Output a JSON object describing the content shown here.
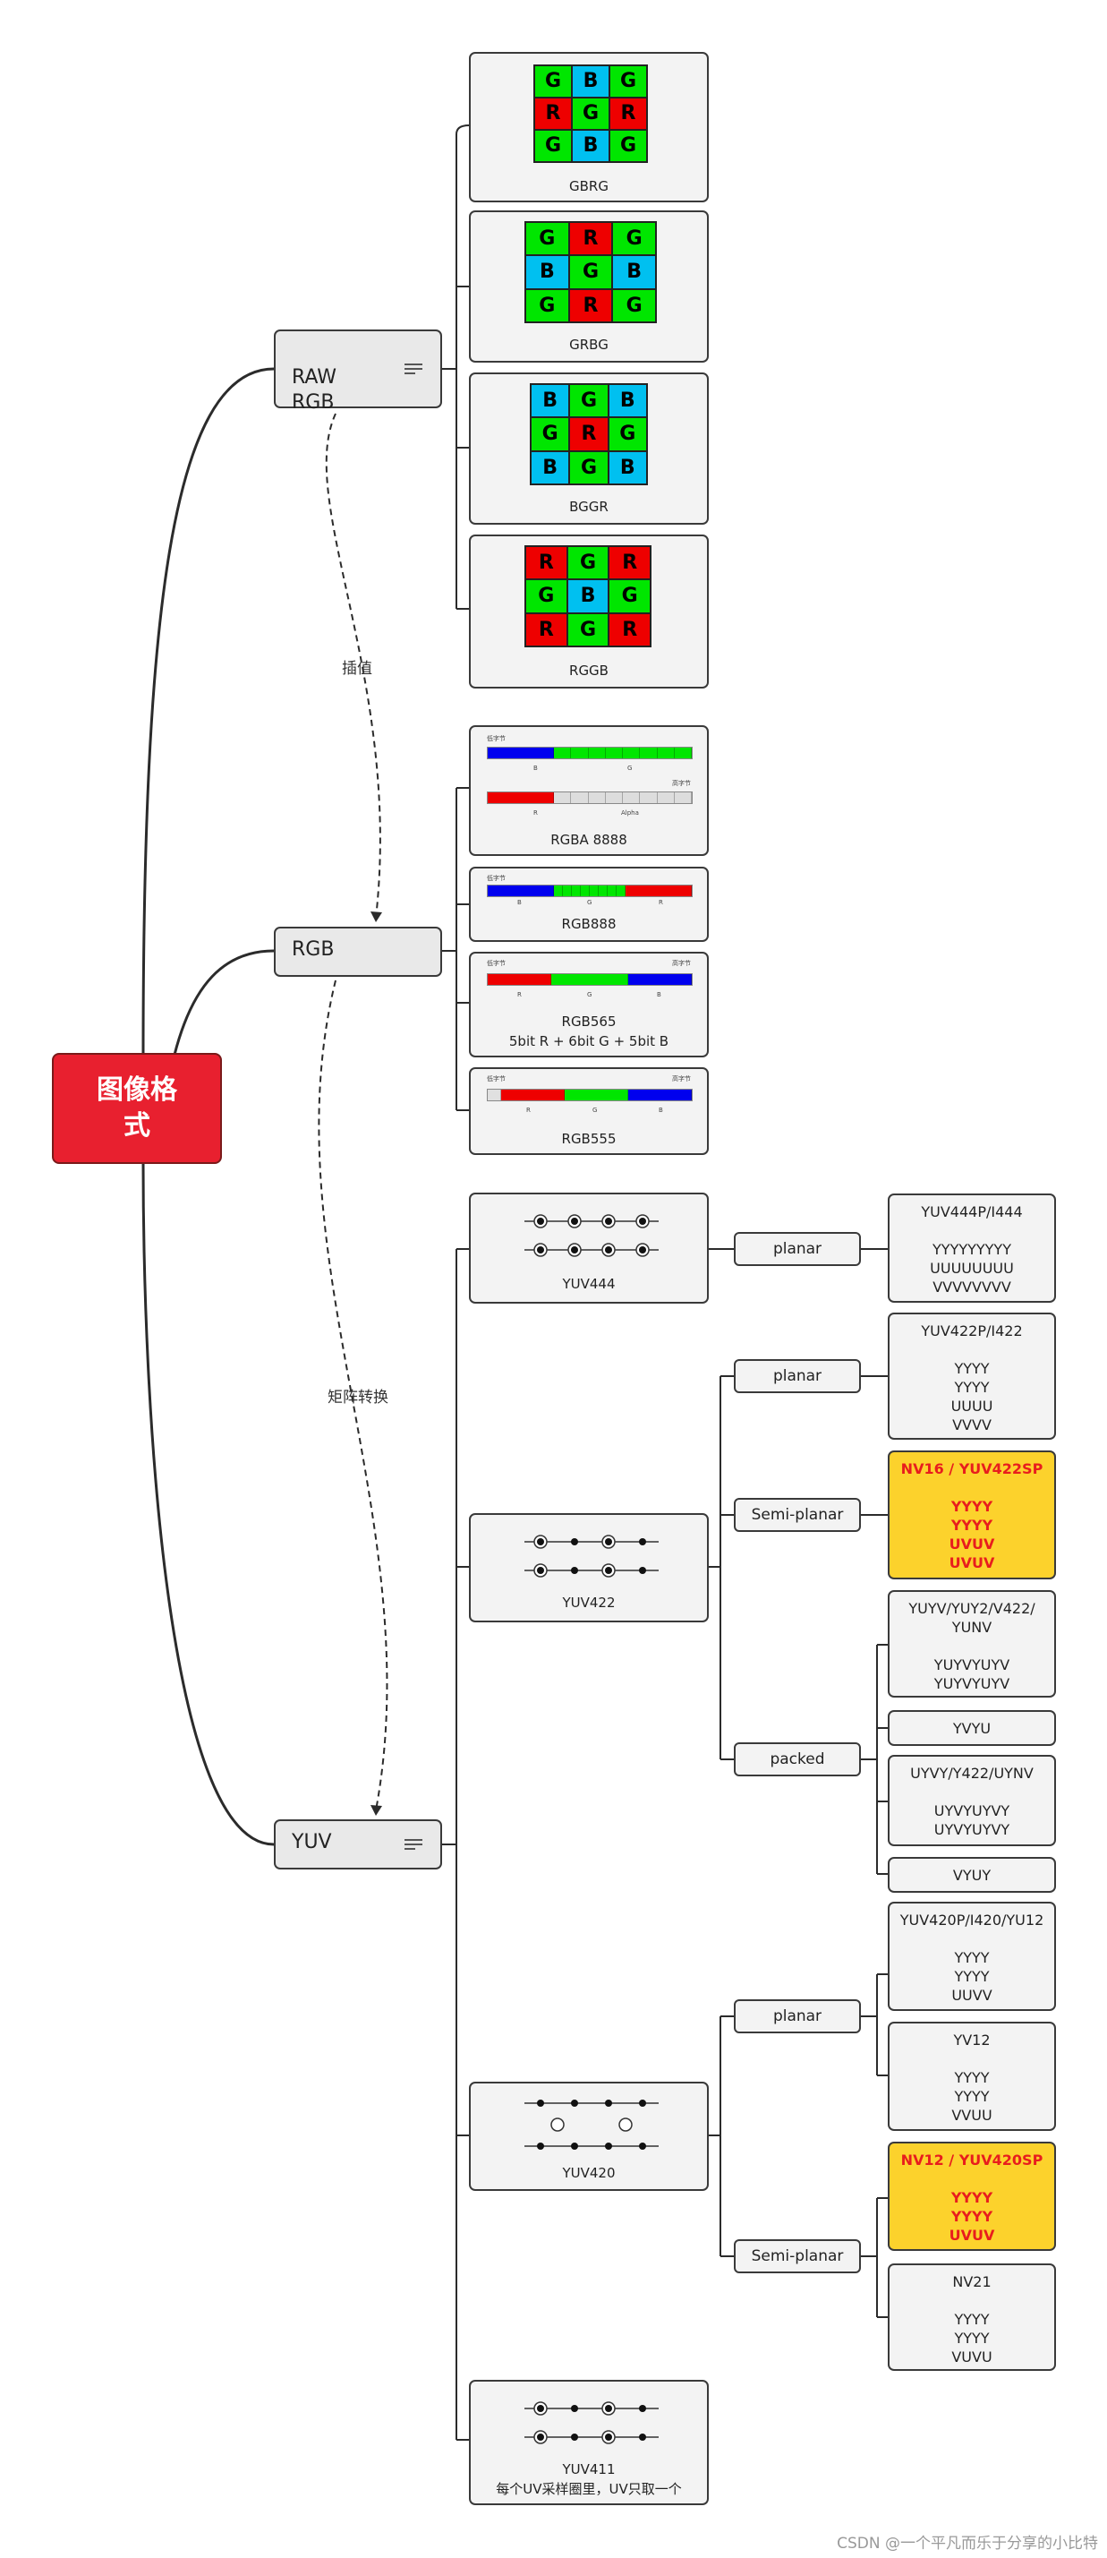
{
  "root": "图像格式",
  "nodes": {
    "raw": "RAW\nRGB",
    "rgb": "RGB",
    "yuv": "YUV"
  },
  "edge_labels": {
    "interp": "插值",
    "matrix": "矩阵转换"
  },
  "colors": {
    "red": "#ee0000",
    "green": "#00e600",
    "blue": "#00c0f0",
    "bar_blue": "#0000ee",
    "root": "#e8202f",
    "highlight": "#fcd22c"
  },
  "bayer": [
    {
      "caption": "GBRG",
      "cells": [
        "G",
        "B",
        "G",
        "R",
        "G",
        "R",
        "G",
        "B",
        "G"
      ]
    },
    {
      "caption": "GRBG",
      "cells": [
        "G",
        "R",
        "G",
        "B",
        "G",
        "B",
        "G",
        "R",
        "G"
      ]
    },
    {
      "caption": "BGGR",
      "cells": [
        "B",
        "G",
        "B",
        "G",
        "R",
        "G",
        "B",
        "G",
        "B"
      ]
    },
    {
      "caption": "RGGB",
      "cells": [
        "R",
        "G",
        "R",
        "G",
        "B",
        "G",
        "R",
        "G",
        "R"
      ]
    }
  ],
  "rgb_formats": [
    {
      "caption": "RGBA 8888",
      "tiny": [
        "低字节",
        "B",
        "G",
        "高字节",
        "R",
        "Alpha"
      ]
    },
    {
      "caption": "RGB888",
      "tiny": [
        "低字节",
        "B",
        "G",
        "R"
      ]
    },
    {
      "caption": "RGB565",
      "caption2": "5bit R + 6bit G + 5bit B",
      "tiny": [
        "低字节",
        "高字节",
        "R",
        "G",
        "B"
      ]
    },
    {
      "caption": "RGB555",
      "tiny": [
        "低字节",
        "高字节",
        "R",
        "G",
        "B"
      ]
    }
  ],
  "yuv_samples": [
    {
      "caption": "YUV444"
    },
    {
      "caption": "YUV422"
    },
    {
      "caption": "YUV420"
    },
    {
      "caption": "YUV411",
      "caption2": "每个UV采样圈里，UV只取一个"
    }
  ],
  "pills": {
    "p444_planar": "planar",
    "p422_planar": "planar",
    "p422_semi": "Semi-planar",
    "p422_packed": "packed",
    "p420_planar": "planar",
    "p420_semi": "Semi-planar"
  },
  "leaves": {
    "yuv444p": "YUV444P/I444\n\nYYYYYYYYY\nUUUUUUUU\nVVVVVVVV",
    "yuv422p": "YUV422P/I422\n\nYYYY\nYYYY\nUUUU\nVVVV",
    "nv16": "NV16 / YUV422SP\n\nYYYY\nYYYY\nUVUV\nUVUV",
    "yuyv": "YUYV/YUY2/V422/\nYUNV\n\nYUYVYUYV\nYUYVYUYV",
    "yvyu": "YVYU",
    "uyvy": "UYVY/Y422/UYNV\n\nUYVYUYVY\nUYVYUYVY",
    "vyuy": "VYUY",
    "yuv420p": "YUV420P/I420/YU12\n\nYYYY\nYYYY\nUUVV",
    "yv12": "YV12\n\nYYYY\nYYYY\nVVUU",
    "nv12": "NV12 / YUV420SP\n\nYYYY\nYYYY\nUVUV",
    "nv21": "NV21\n\nYYYY\nYYYY\nVUVU"
  },
  "watermark": "CSDN @一个平凡而乐于分享的小比特"
}
